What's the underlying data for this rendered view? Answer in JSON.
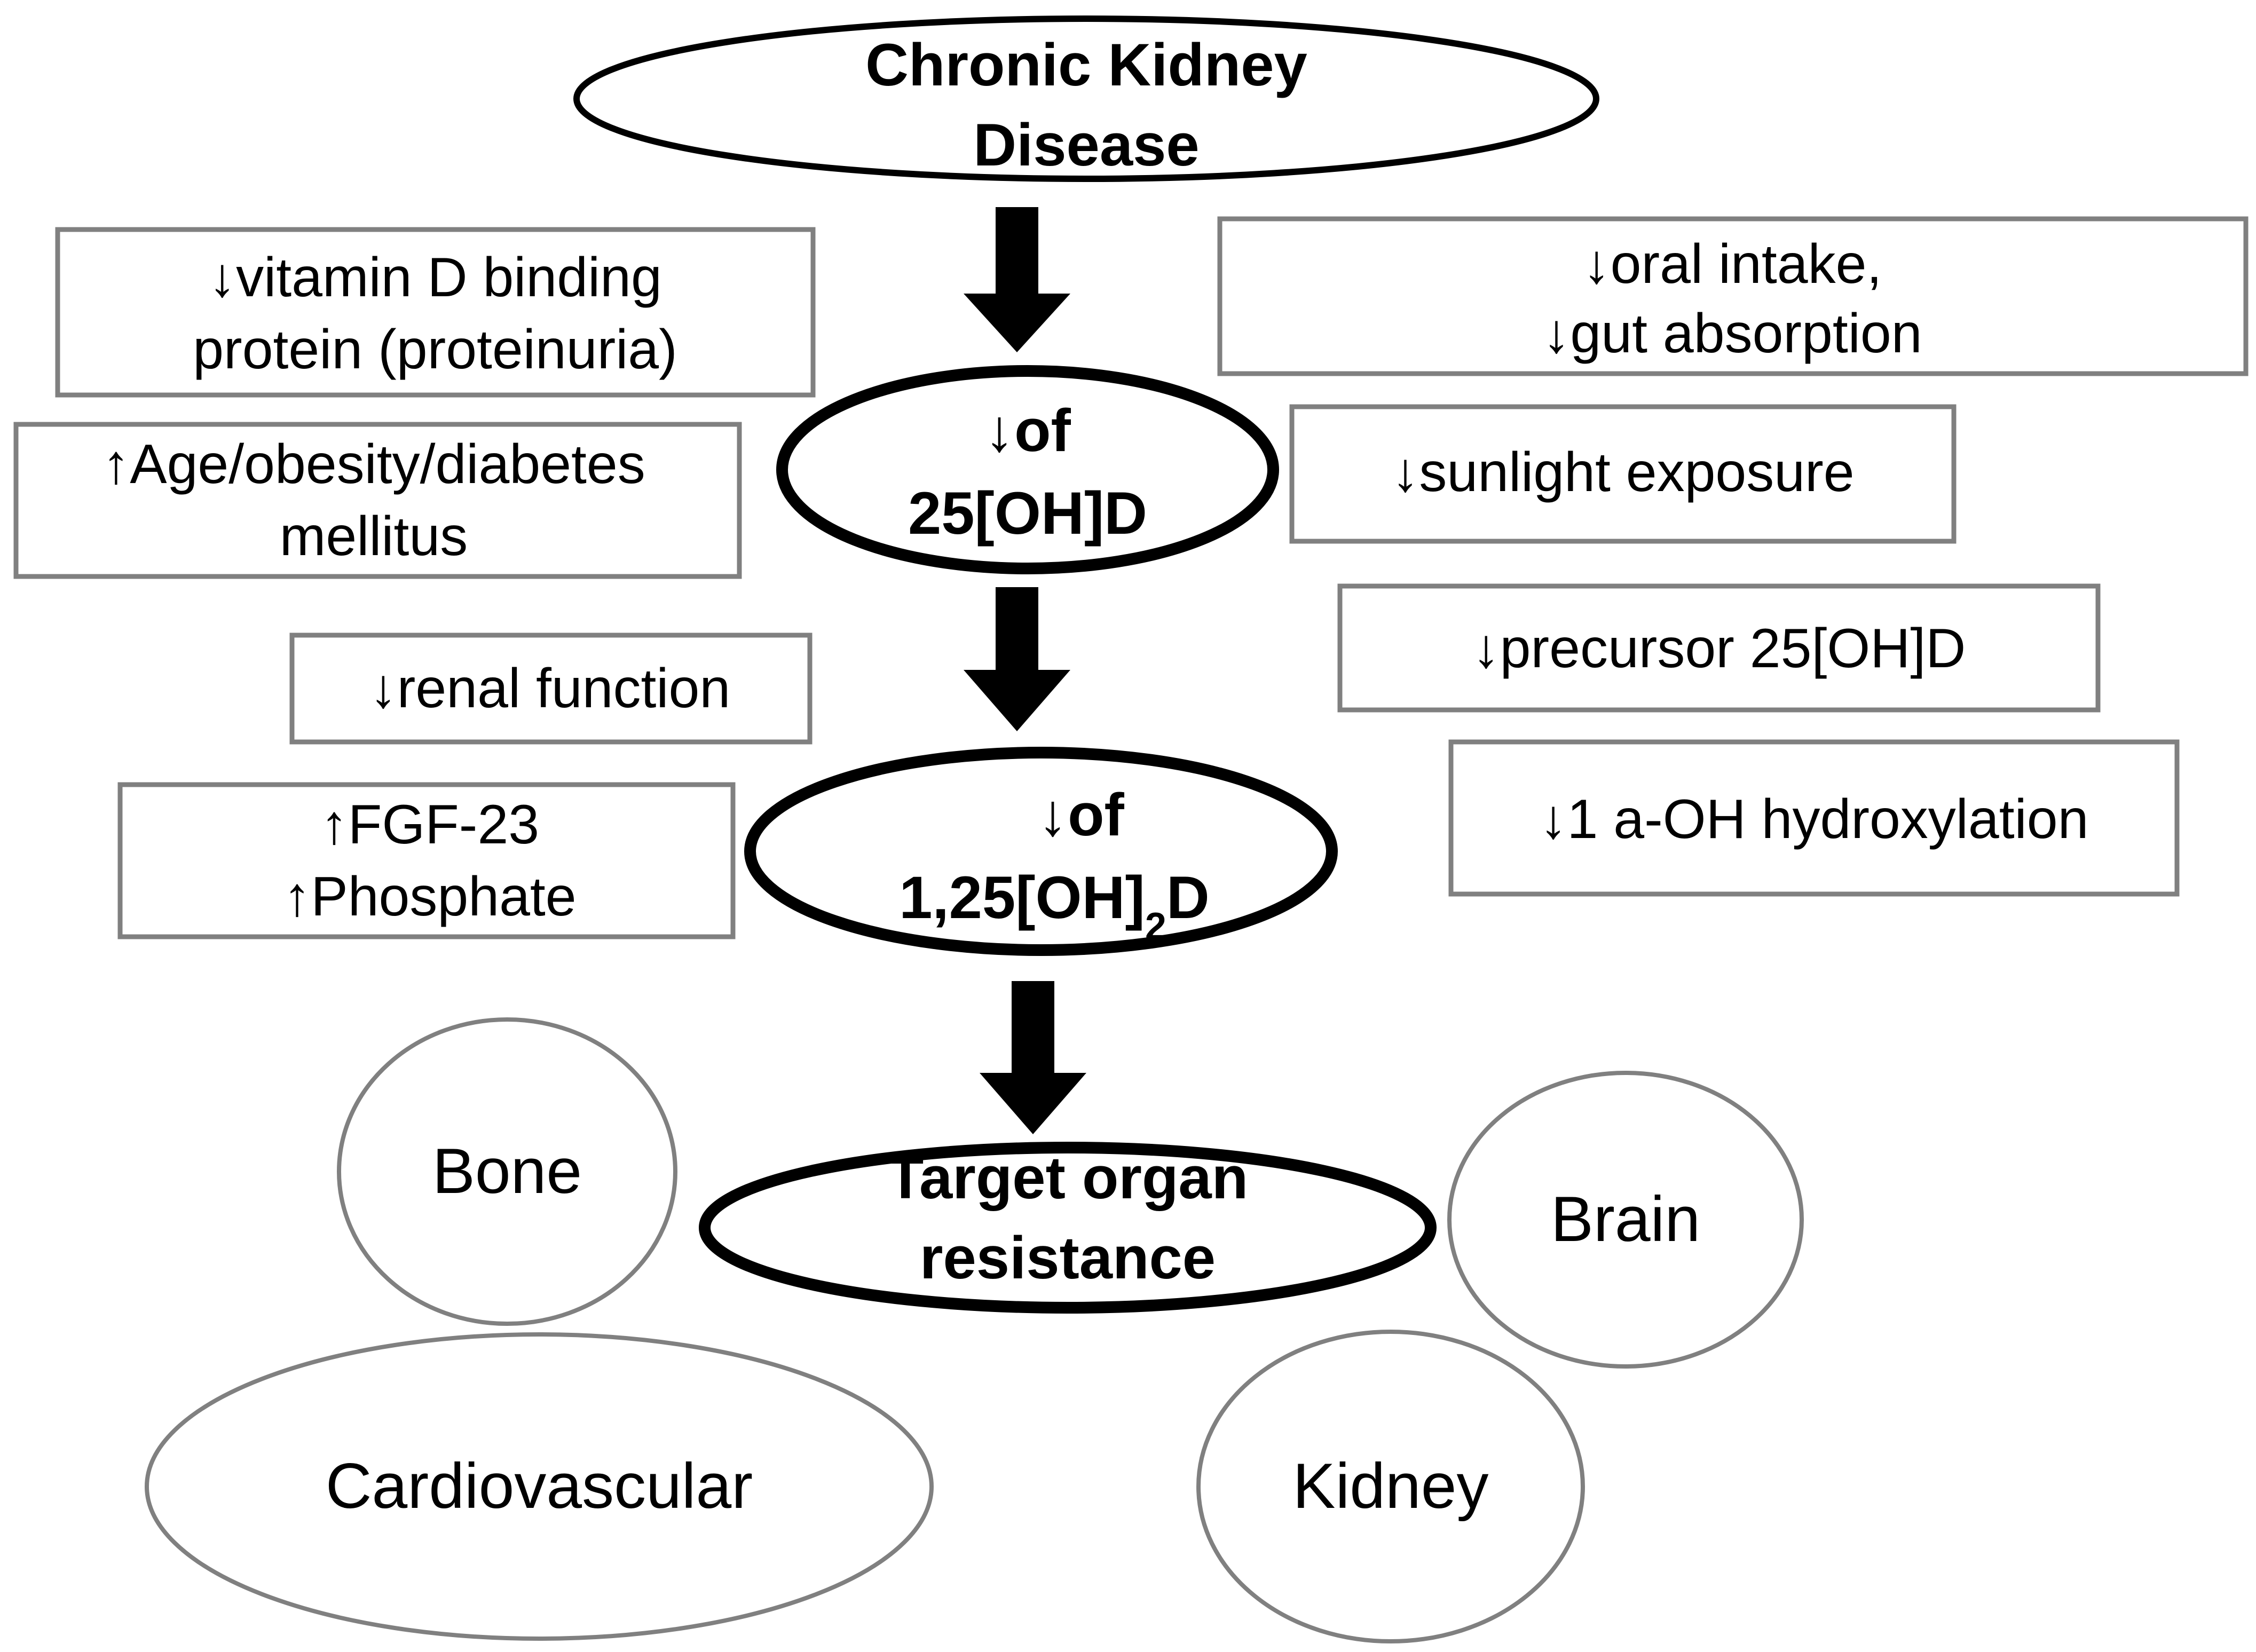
{
  "colors": {
    "main_node_stroke": "#000000",
    "factor_box_stroke": "#808080",
    "organ_node_stroke": "#808080",
    "arrow_fill": "#000000",
    "background": "#ffffff"
  },
  "main_flow": {
    "ckd": {
      "line1": "Chronic Kidney",
      "line2": "Disease"
    },
    "vitd25": {
      "line1": "↓of",
      "line2": "25[OH]D"
    },
    "vitd125": {
      "line1": "↓of",
      "line2_pre": "1,25[OH]",
      "line2_sub": "2",
      "line2_post": "D"
    },
    "target": {
      "line1": "Target organ",
      "line2": "resistance"
    }
  },
  "left_factors": {
    "dbp": {
      "line1": "↓vitamin D binding",
      "line2": "protein (proteinuria)"
    },
    "age": {
      "line1": "↑Age/obesity/diabetes",
      "line2": "mellitus"
    },
    "renal": {
      "line1": "↓renal function"
    },
    "fgf": {
      "line1": "↑FGF-23",
      "line2": "↑Phosphate"
    }
  },
  "right_factors": {
    "oral": {
      "line1": "↓oral intake,",
      "line2": "↓gut absorption"
    },
    "sun": {
      "line1": "↓sunlight exposure"
    },
    "precursor": {
      "line1": "↓precursor 25[OH]D"
    },
    "hydroxylation": {
      "line1": "↓1 a-OH hydroxylation"
    }
  },
  "organs": {
    "bone": "Bone",
    "brain": "Brain",
    "cardiovascular": "Cardiovascular",
    "kidney": "Kidney"
  }
}
